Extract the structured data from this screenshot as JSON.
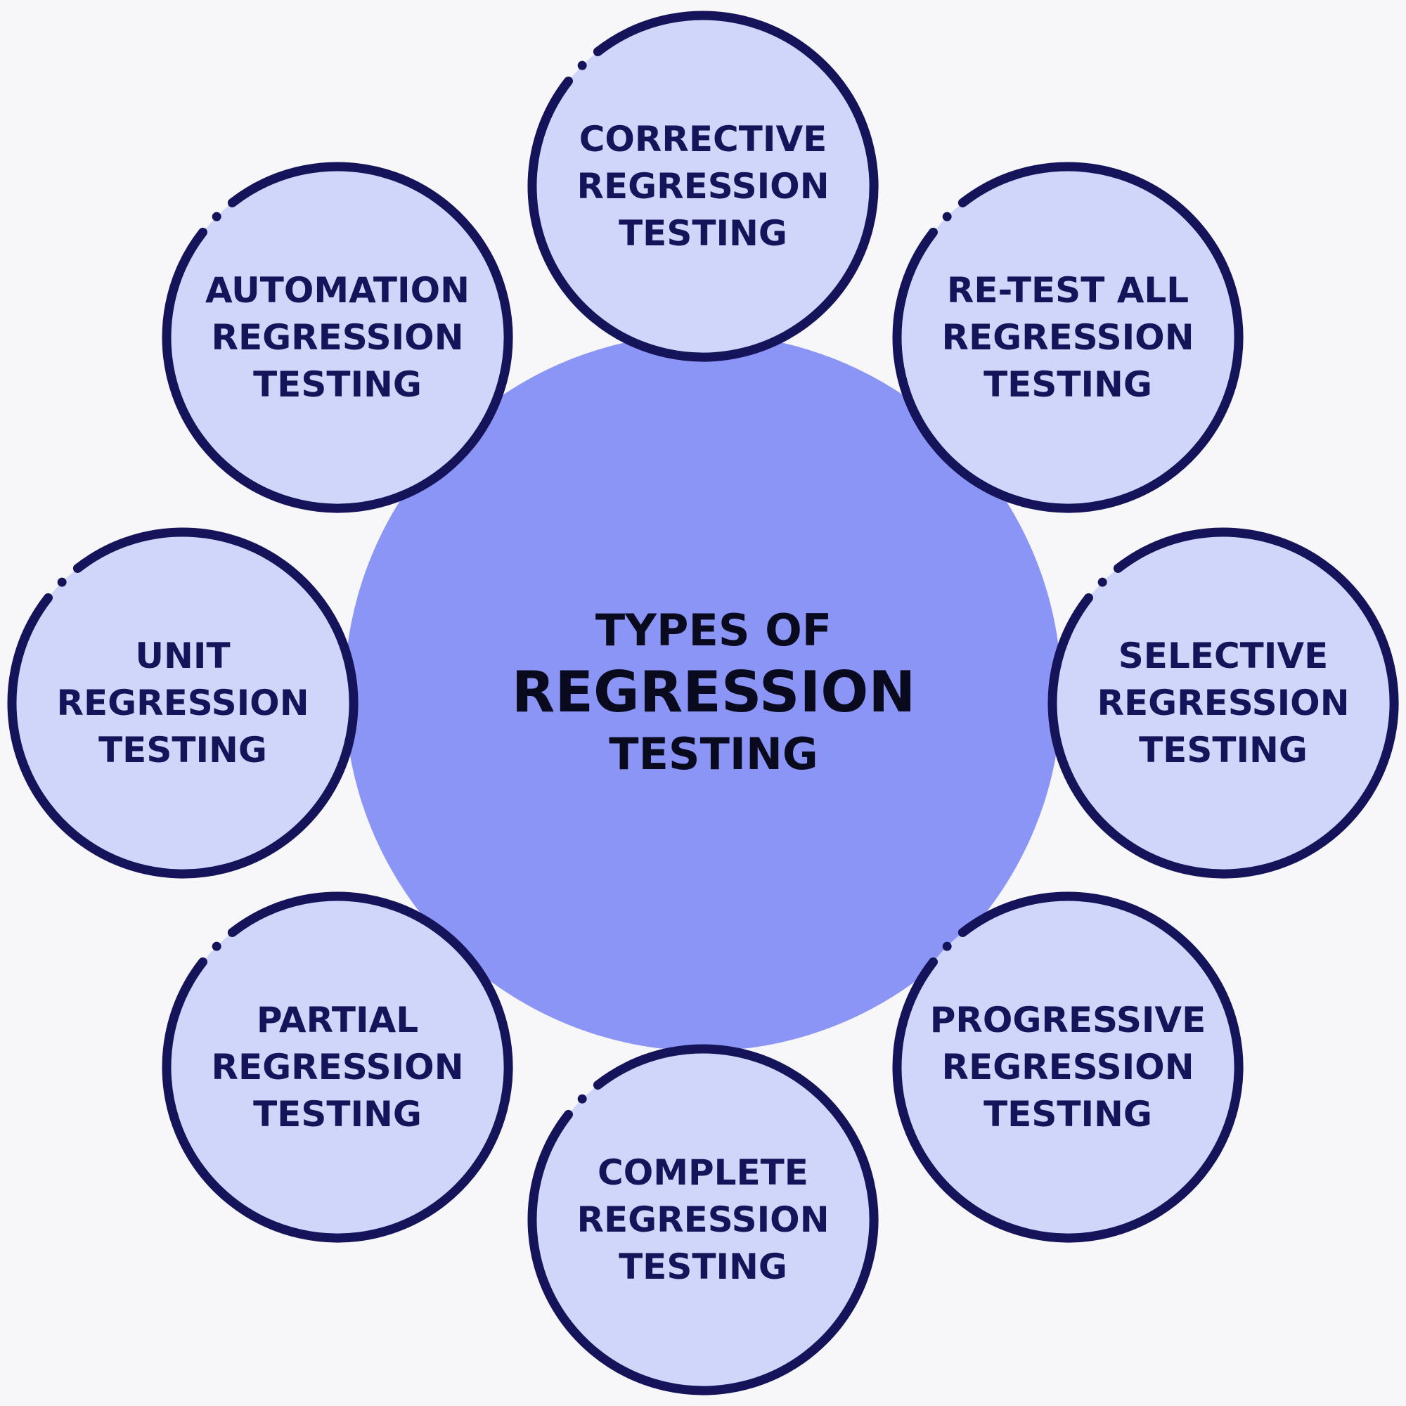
{
  "center": {
    "line1": "TYPES OF",
    "line2": "REGRESSION",
    "line3": "TESTING"
  },
  "nodes": [
    {
      "id": "corrective",
      "lines": [
        "CORRECTIVE",
        "REGRESSION",
        "TESTING"
      ]
    },
    {
      "id": "retest-all",
      "lines": [
        "RE-TEST ALL",
        "REGRESSION",
        "TESTING"
      ]
    },
    {
      "id": "selective",
      "lines": [
        "SELECTIVE",
        "REGRESSION",
        "TESTING"
      ]
    },
    {
      "id": "progressive",
      "lines": [
        "PROGRESSIVE",
        "REGRESSION",
        "TESTING"
      ]
    },
    {
      "id": "complete",
      "lines": [
        "COMPLETE",
        "REGRESSION",
        "TESTING"
      ]
    },
    {
      "id": "partial",
      "lines": [
        "PARTIAL",
        "REGRESSION",
        "TESTING"
      ]
    },
    {
      "id": "unit",
      "lines": [
        "UNIT",
        "REGRESSION",
        "TESTING"
      ]
    },
    {
      "id": "automation",
      "lines": [
        "AUTOMATION",
        "REGRESSION",
        "TESTING"
      ]
    }
  ],
  "colors": {
    "background": "#f7f7f9",
    "center_fill": "#8b95f5",
    "node_fill": "#d0d6fa",
    "node_stroke": "#15135a",
    "text_dark": "#15135a",
    "center_text": "#0a0a1e"
  }
}
